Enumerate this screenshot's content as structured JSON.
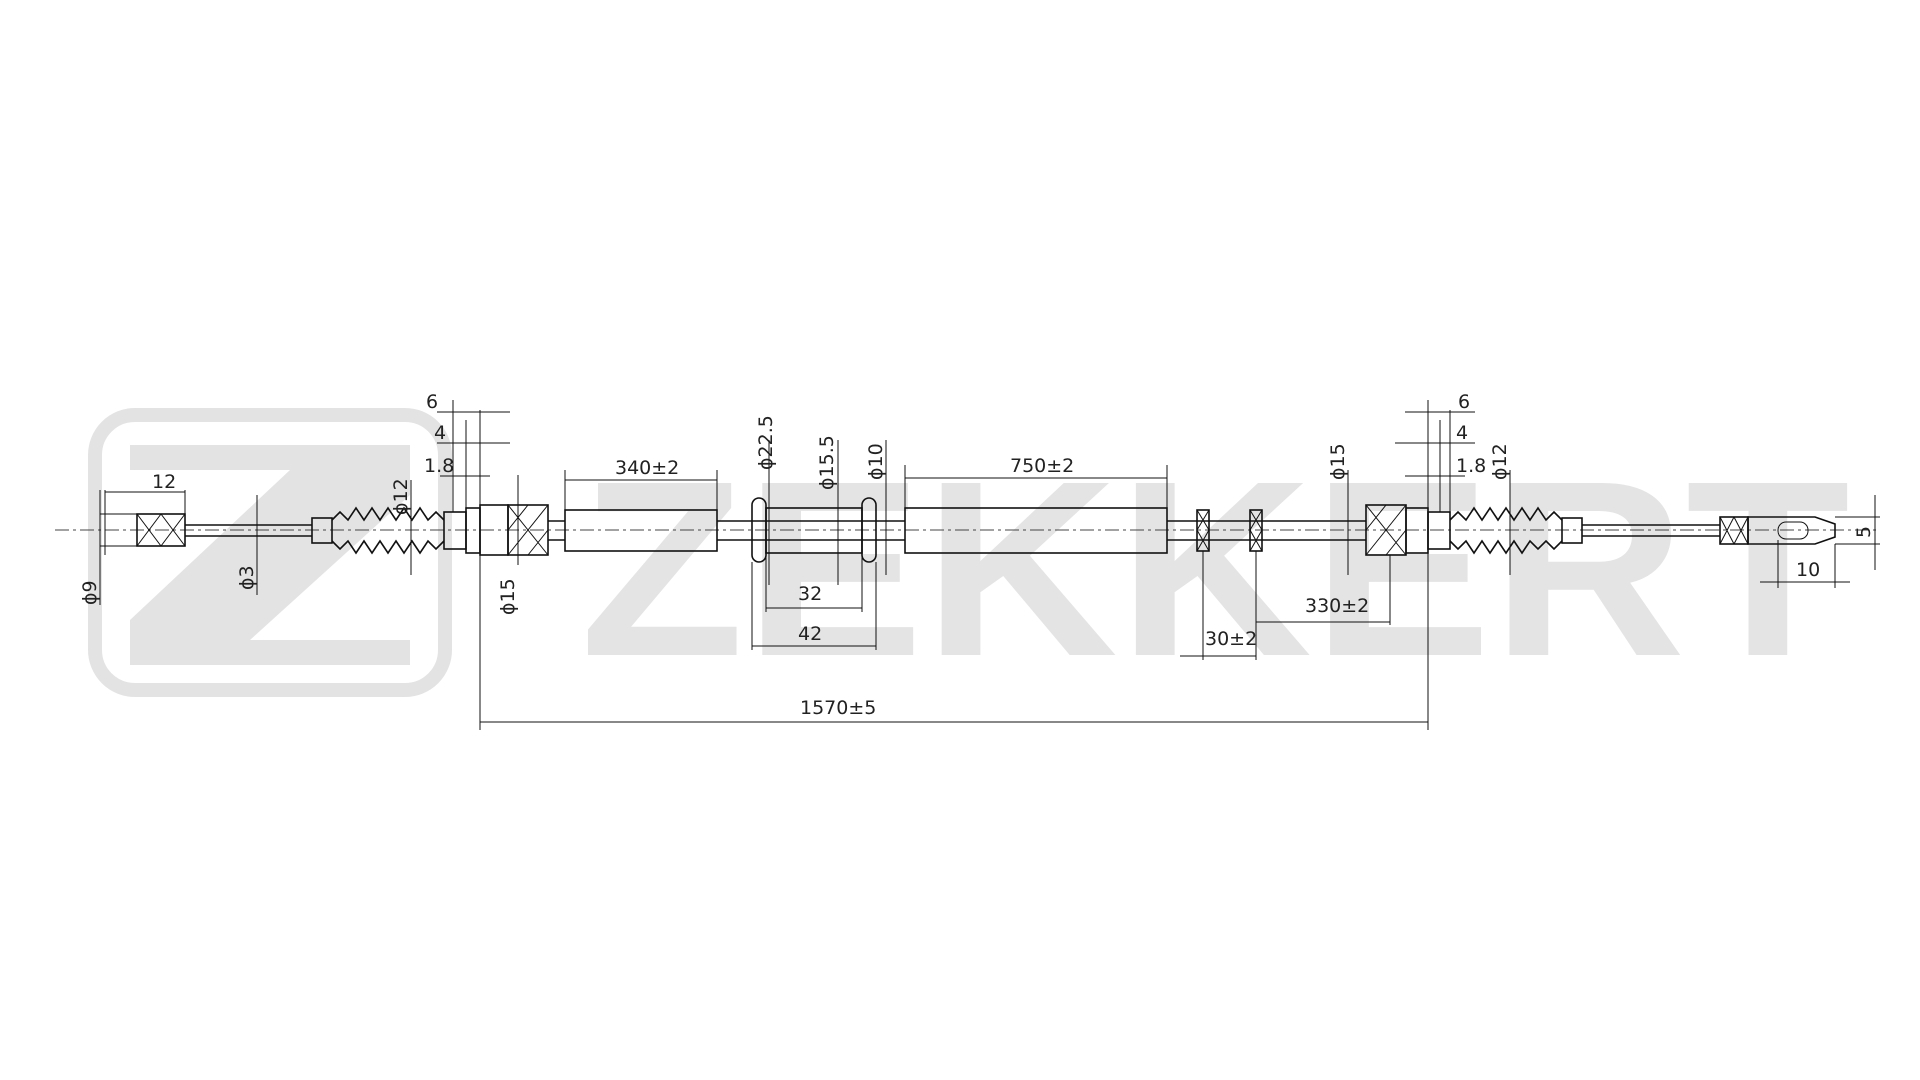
{
  "brand": {
    "watermark_text": "ZEKKERT",
    "watermark_color": "#e3e3e3"
  },
  "dimensions": {
    "left_nut_length": "12",
    "left_nut_diameter": "ϕ9",
    "inner_cable_diameter": "ϕ3",
    "left_boot_diameter": "ϕ12",
    "left_offset_6": "6",
    "left_offset_4": "4",
    "left_offset_18": "1.8",
    "left_fitting_diameter": "ϕ15",
    "sleeve_left_length": "340±2",
    "grommet_diameter_large": "ϕ22.5",
    "grommet_diameter_small": "ϕ15.5",
    "tube_diameter": "ϕ10",
    "grommet_span_inner": "32",
    "grommet_span_outer": "42",
    "sleeve_right_length": "750±2",
    "right_fitting_diameter": "ϕ15",
    "right_boot_diameter": "ϕ12",
    "right_offset_6": "6",
    "right_offset_4": "4",
    "right_offset_18": "1.8",
    "clip_spacing": "30±2",
    "clip_to_end": "330±2",
    "overall_length": "1570±5",
    "eye_width": "5",
    "eye_length": "10"
  }
}
